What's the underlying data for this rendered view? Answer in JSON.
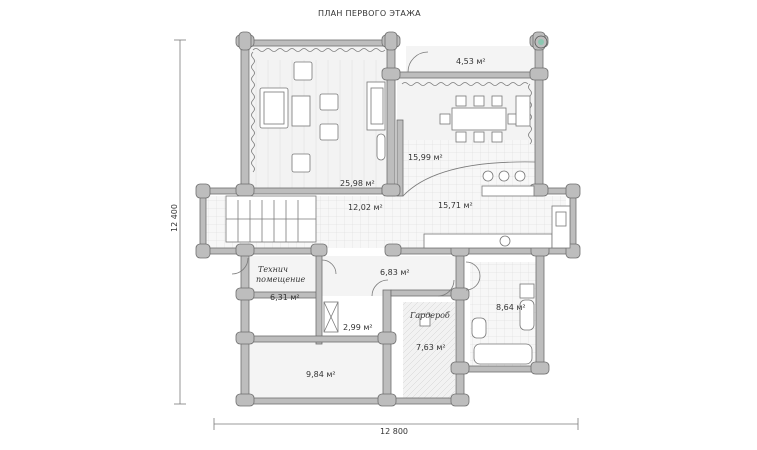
{
  "title": "ПЛАН ПЕРВОГО ЭТАЖА",
  "dimensions": {
    "width": "12 800",
    "height": "12 400"
  },
  "rooms": [
    {
      "id": "porch",
      "area": "4,53 м²"
    },
    {
      "id": "living",
      "area": "25,98 м²"
    },
    {
      "id": "dining",
      "area": "15,99 м²"
    },
    {
      "id": "hall",
      "area": "12,02 м²"
    },
    {
      "id": "kitchen",
      "area": "15,71 м²"
    },
    {
      "id": "corridor",
      "area": "6,83 м²"
    },
    {
      "id": "tech",
      "name_line1": "Технич",
      "name_line2": "помещение",
      "area": "6,31 м²"
    },
    {
      "id": "wc",
      "area": "2,99 м²"
    },
    {
      "id": "wardrobe",
      "name": "Гардероб",
      "area": "7,63 м²"
    },
    {
      "id": "bath",
      "area": "8,64 м²"
    },
    {
      "id": "bedroom",
      "area": "9,84 м²"
    }
  ]
}
